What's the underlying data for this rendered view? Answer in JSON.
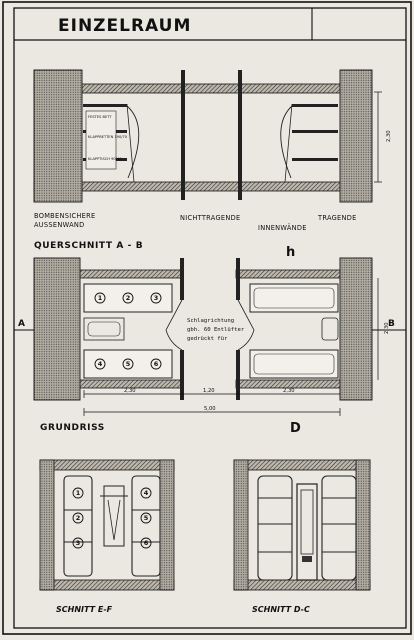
{
  "title": "EINZELRAUM",
  "section_ab": {
    "wall_left_label_1": "BOMBENSICHERE",
    "wall_left_label_2": "AUSSENWAND",
    "middle_label": "NICHTTRAGENDE",
    "right_label_1": "TRAGENDE",
    "right_label_2": "INNENWÄNDE",
    "bed_labels": [
      "FESTES BETT",
      "KLAPPBETTEN 190/70",
      "KLAPPTISCH 90/40"
    ],
    "height_dim": "2,30",
    "caption": "QUERSCHNITT A - B",
    "marker": "h"
  },
  "plan": {
    "marker_left": "A",
    "marker_right": "B",
    "bed_numbers": [
      "1",
      "2",
      "3",
      "4",
      "5",
      "6"
    ],
    "door_note_lines": [
      "Schlagrichtung",
      "gbh. 60 Entlüfter",
      "gedrückt für"
    ],
    "depth_dim": "2,30",
    "dim_left": "2,30",
    "dim_mid": "1,20",
    "dim_right": "2,30",
    "dim_total": "5,00",
    "caption": "GRUNDRISS",
    "marker": "D"
  },
  "section_ef": {
    "caption": "SCHNITT E-F",
    "bed_numbers": [
      "1",
      "2",
      "3",
      "4",
      "5",
      "6"
    ]
  },
  "section_dc": {
    "caption": "SCHNITT D-C"
  }
}
